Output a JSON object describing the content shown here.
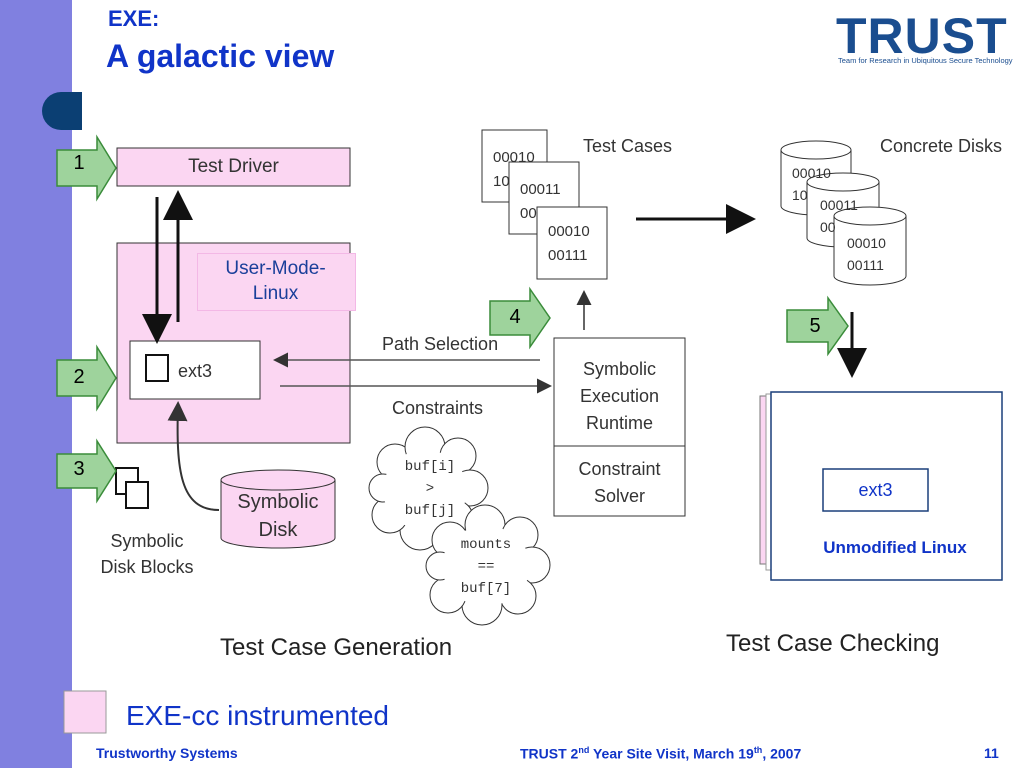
{
  "slide": {
    "kicker": "EXE:",
    "title": "A galactic view",
    "page_number": "11"
  },
  "logo": {
    "word": "TRUST",
    "tagline": "Team for Research in Ubiquitous Secure Technology"
  },
  "diagram": {
    "test_driver": "Test Driver",
    "user_mode_linux": "User-Mode-\nLinux",
    "ext3": "ext3",
    "symbolic_disk_blocks": "Symbolic\nDisk Blocks",
    "symbolic_disk": "Symbolic\nDisk",
    "path_selection": "Path Selection",
    "constraints": "Constraints",
    "symbolic_runtime": "Symbolic\nExecution\nRuntime",
    "constraint_solver": "Constraint\nSolver",
    "test_cases": "Test Cases",
    "concrete_disks": "Concrete Disks",
    "card_back_1": "00010\n10",
    "card_back_2": "00011\n00",
    "card_front": "00010\n00111",
    "cloud_1": "buf[i]\n>\nbuf[j]",
    "cloud_2": "mounts\n==\nbuf[7]",
    "checking_ext3": "ext3",
    "unmodified_linux": "Unmodified Linux",
    "test_case_generation": "Test Case Generation",
    "test_case_checking": "Test Case Checking",
    "badges": [
      "1",
      "2",
      "3",
      "4",
      "5"
    ]
  },
  "legend": {
    "label": "EXE-cc instrumented"
  },
  "footer": {
    "left": "Trustworthy Systems",
    "center_prefix": "TRUST 2",
    "center_sup1": "nd",
    "center_mid": " Year Site Visit, March 19",
    "center_sup2": "th",
    "center_suffix": ", 2007"
  },
  "colors": {
    "title": "#1034c8",
    "sidebar": "#8080e0",
    "pink": "#fbd6f2",
    "badge_green": "#9ed39c"
  }
}
